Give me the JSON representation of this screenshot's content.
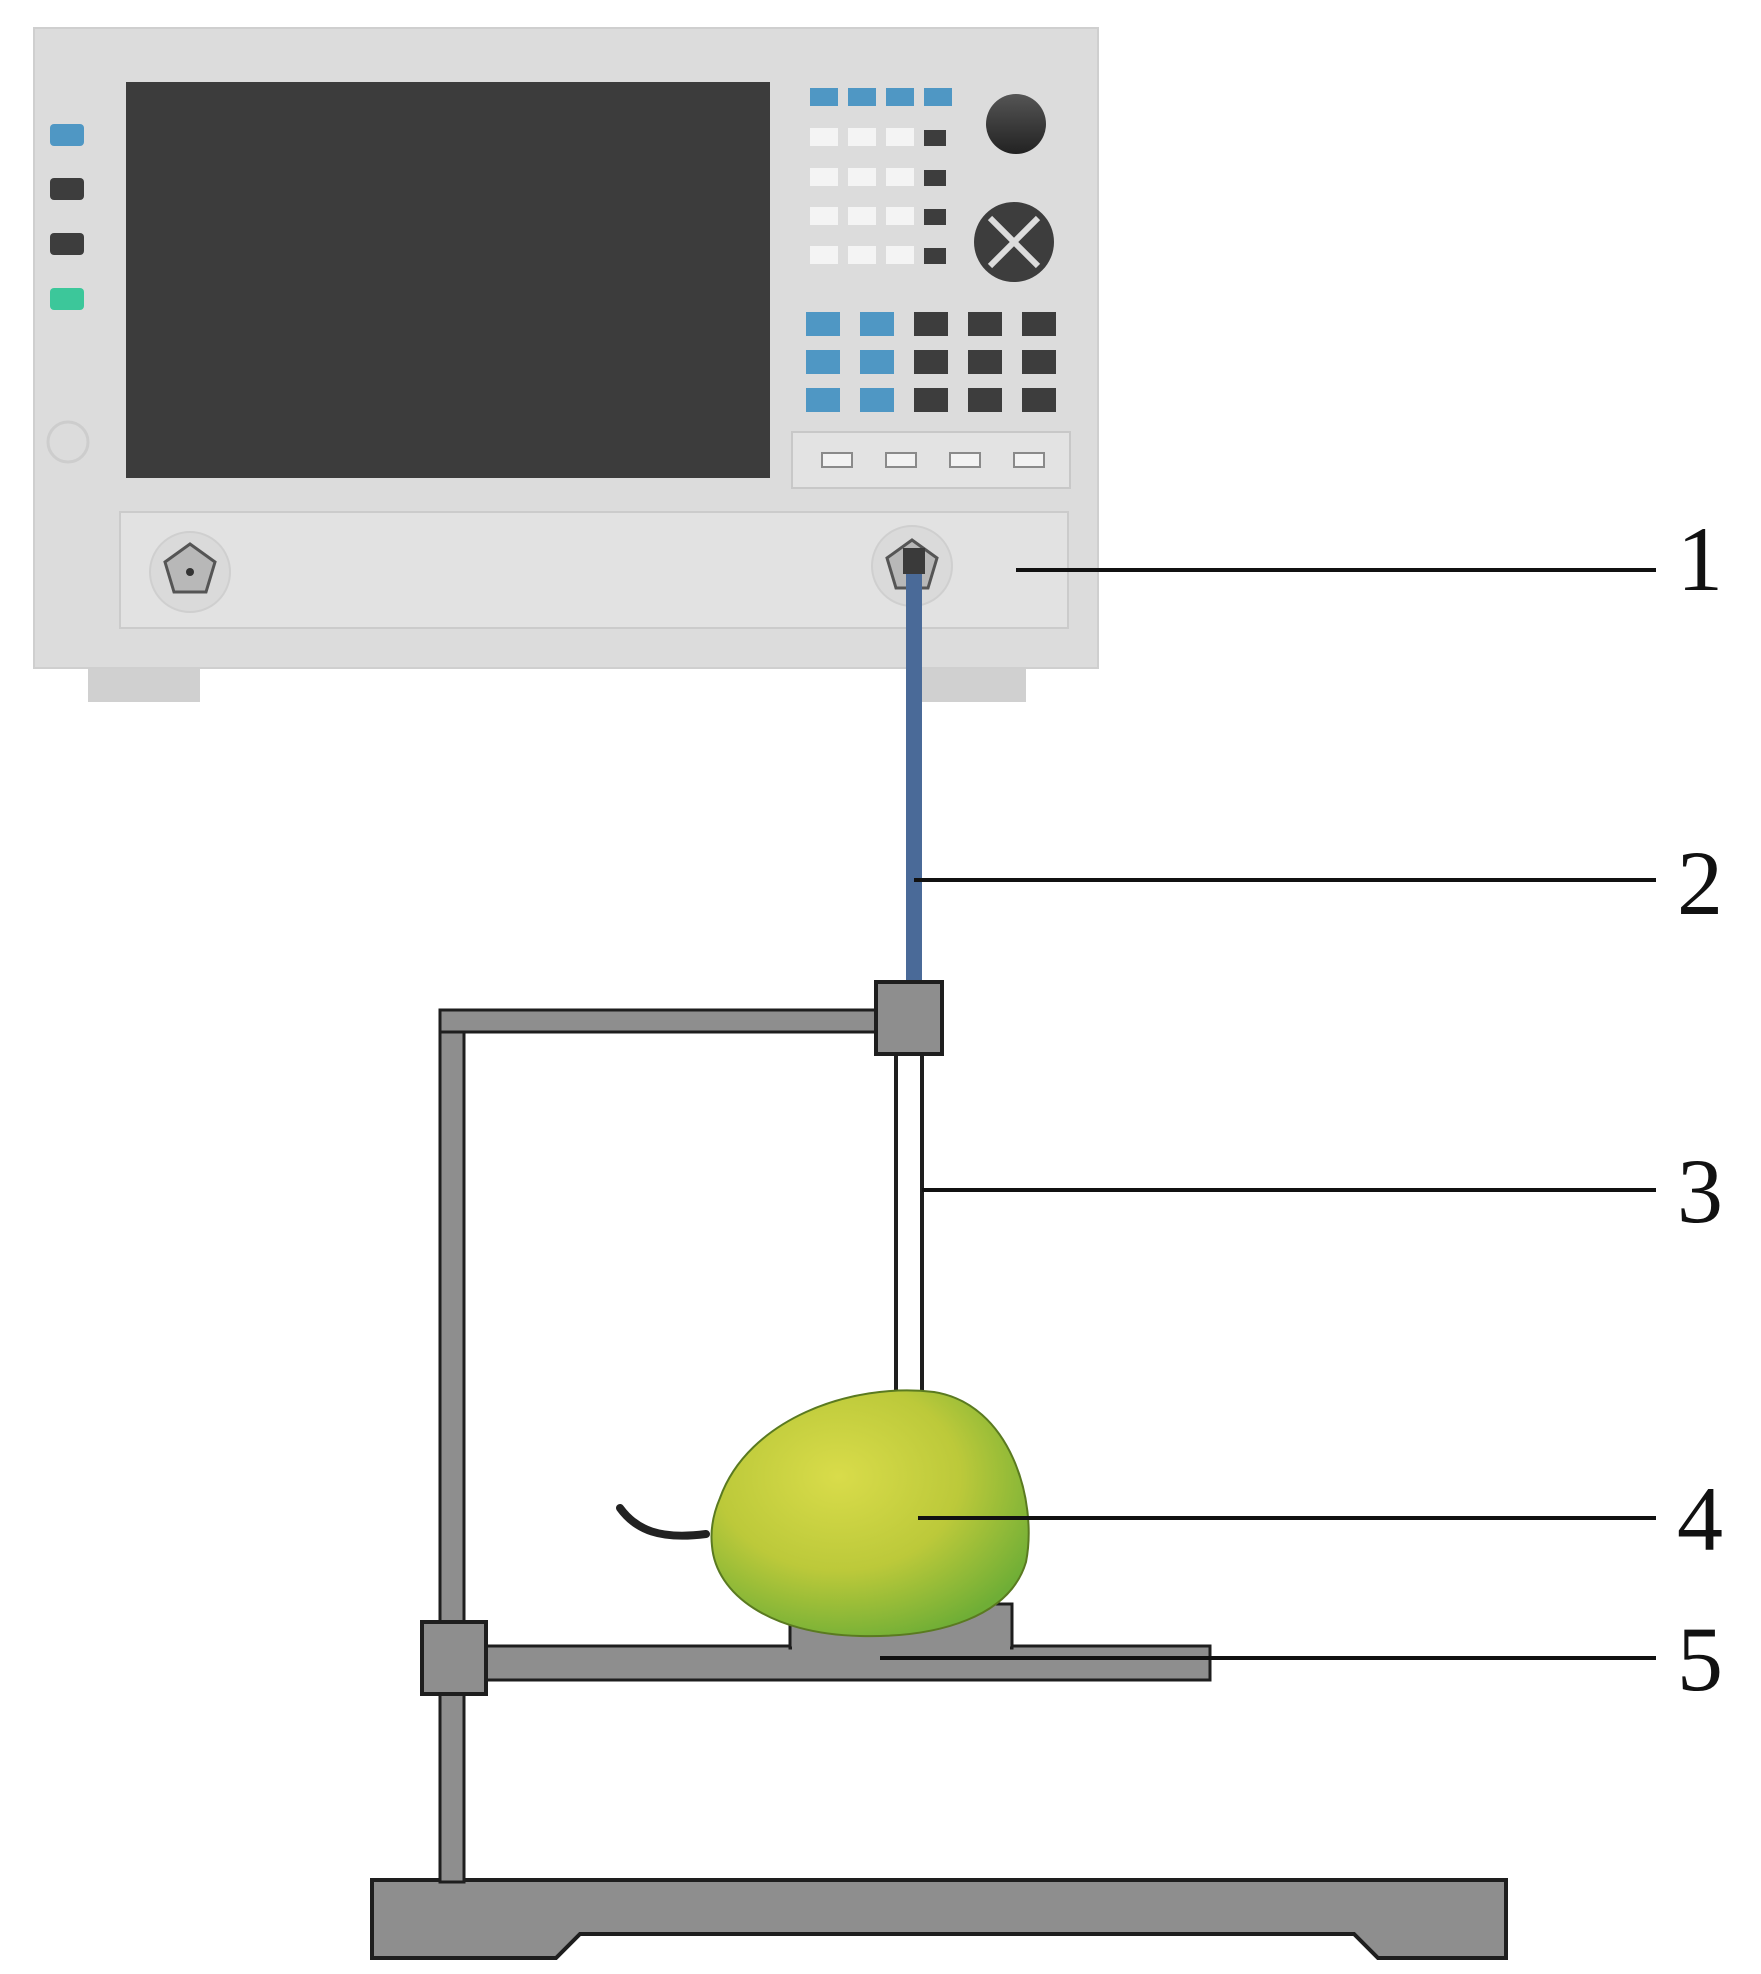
{
  "colors": {
    "background": "#ffffff",
    "instrument_body": "#dcdcdc",
    "instrument_panel": "#e6e6e6",
    "screen": "#3c3c3c",
    "key_blue": "#4f97c4",
    "key_white": "#f4f4f4",
    "key_dark": "#3d3d3d",
    "led_green": "#3cc79a",
    "cable": "#4a6a98",
    "stand_metal": "#8e8e8e",
    "stand_outline": "#1e1e1e",
    "fruit_yellow": "#c7cf3a",
    "fruit_green": "#76b43a"
  },
  "callouts": [
    {
      "label": "1",
      "part": "vector-network-analyzer"
    },
    {
      "label": "2",
      "part": "coaxial-cable"
    },
    {
      "label": "3",
      "part": "coaxial-probe"
    },
    {
      "label": "4",
      "part": "fruit-sample"
    },
    {
      "label": "5",
      "part": "sample-stage"
    }
  ]
}
